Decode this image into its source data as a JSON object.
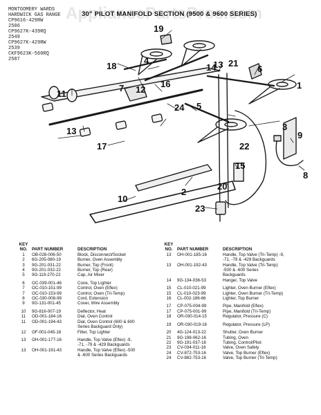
{
  "watermark": "AppliancePartsPros.com",
  "title": "30\" PILOT MANIFOLD SECTION (9500 & 9600 SERIES)",
  "model_notes": [
    "MONTGOMERY WARDS",
    "HARDWICK GAS RANGE",
    "CP9616-429RW",
    "2506",
    "CP9627K-439RQ",
    "2549",
    "CP9627K-429RW",
    "2539",
    "CKF9623K-560RQ",
    "2587"
  ],
  "callouts": {
    "c1": "1",
    "c2": "2",
    "c3": "3",
    "c4": "4",
    "c5": "5",
    "c6": "6",
    "c7": "7",
    "c8": "8",
    "c9": "9",
    "c10": "10",
    "c11": "11",
    "c12": "12",
    "c13a": "13",
    "c13b": "13",
    "c14": "14",
    "c15": "15",
    "c16": "16",
    "c17": "17",
    "c18": "18",
    "c19": "19",
    "c20": "20",
    "c21": "21",
    "c22": "22",
    "c23": "23",
    "c24": "24"
  },
  "table_headers": {
    "key": "KEY",
    "no": "NO.",
    "part_number": "PART NUMBER",
    "description": "DESCRIPTION"
  },
  "left_rows": [
    {
      "key": "1",
      "part": "OB-028-006-50",
      "desc": [
        "Block, Disconnect/Socket"
      ]
    },
    {
      "key": "2",
      "part": "6G-205-080-19",
      "desc": [
        "Burner, Oven Assembly"
      ]
    },
    {
      "key": "3",
      "part": "9G-201-031-22",
      "desc": [
        "Burner, Top (Front)"
      ]
    },
    {
      "key": "4",
      "part": "9G-201-032-22",
      "desc": [
        "Burner, Top (Rear)"
      ]
    },
    {
      "key": "5",
      "part": "9G-119-270-22",
      "desc": [
        "Cap, Air Mixer"
      ]
    },
    {
      "key": "",
      "part": "",
      "desc": [
        ""
      ]
    },
    {
      "key": "6",
      "part": "OC-039-001-46",
      "desc": [
        "Cone, Top Lighter"
      ]
    },
    {
      "key": "7",
      "part": "OC-010-151-99",
      "desc": [
        "Control, Oven (Eflex)"
      ]
    },
    {
      "key": "7",
      "part": "OC-010-153-99",
      "desc": [
        "Control, Oven (Tri-Temp)"
      ]
    },
    {
      "key": "8",
      "part": "OC-030-008-99",
      "desc": [
        "Cord, Extension"
      ]
    },
    {
      "key": "9",
      "part": "9G-131-001-45",
      "desc": [
        "Cover, Wire Assembly"
      ]
    },
    {
      "key": "",
      "part": "",
      "desc": [
        ""
      ]
    },
    {
      "key": "10",
      "part": "9G-816-007-19",
      "desc": [
        "Deflector, Heat"
      ]
    },
    {
      "key": "11",
      "part": "OD-001-184-16",
      "desc": [
        "Dial, Oven Control"
      ]
    },
    {
      "key": "11",
      "part": "OD-001-194-43",
      "desc": [
        "Dial, Oven Control (600 & 600",
        "Series Backguard Only)"
      ]
    },
    {
      "key": "12",
      "part": "OF-001-045-16",
      "desc": [
        "Filter, Top Lighter"
      ]
    },
    {
      "key": "",
      "part": "",
      "desc": [
        ""
      ]
    },
    {
      "key": "13",
      "part": "OH-001-177-16",
      "desc": [
        "Handle, Top Valve (Eflex) -9,",
        "-71, -79 & -429 Backguards"
      ]
    },
    {
      "key": "13",
      "part": "OH-001-191-43",
      "desc": [
        "Handle, Top Valve (Eflex) -500",
        "& -600 Series Backguards"
      ]
    }
  ],
  "right_rows": [
    {
      "key": "13",
      "part": "OH-001-185-16",
      "desc": [
        "Handle, Top Valve (Tri-Temp) -9,",
        "-71, -79 & -429 Backguards"
      ]
    },
    {
      "key": "13",
      "part": "OH-001-192-43",
      "desc": [
        "Handle, Top Valve (Tri-Temp)",
        "-500 & -600 Series",
        "Backguards"
      ]
    },
    {
      "key": "14",
      "part": "9G-134-036-53",
      "desc": [
        "Hanger, Top Valve"
      ]
    },
    {
      "key": "",
      "part": "",
      "desc": [
        ""
      ]
    },
    {
      "key": "15",
      "part": "CL-010-021-99",
      "desc": [
        "Lighter, Oven Burner (Eflex)"
      ]
    },
    {
      "key": "15",
      "part": "CL-010-023-99",
      "desc": [
        "Lighter, Oven Burner (Tri-Temp)"
      ]
    },
    {
      "key": "16",
      "part": "CL-002-186-66",
      "desc": [
        "Lighter, Top Burner"
      ]
    },
    {
      "key": "",
      "part": "",
      "desc": [
        ""
      ]
    },
    {
      "key": "17",
      "part": "CP-075-004-99",
      "desc": [
        "Pipe, Manifold (Eflex)"
      ]
    },
    {
      "key": "17",
      "part": "CP-075-001-99",
      "desc": [
        "Pipe, Manifold (Tri-Temp)"
      ]
    },
    {
      "key": "18",
      "part": "OR-030-014-15",
      "desc": [
        "Regulator, Pressure (C)"
      ]
    },
    {
      "key": "",
      "part": "",
      "desc": [
        ""
      ]
    },
    {
      "key": "19",
      "part": "OR-030-019-16",
      "desc": [
        "Regulator, Pressure (LP)"
      ]
    },
    {
      "key": "",
      "part": "",
      "desc": [
        ""
      ]
    },
    {
      "key": "20",
      "part": "4G-124-013-22",
      "desc": [
        "Shutter, Oven Burner"
      ]
    },
    {
      "key": "21",
      "part": "9G-198-062-16",
      "desc": [
        "Tubing, Oven"
      ]
    },
    {
      "key": "22",
      "part": "9G-191-037-16",
      "desc": [
        "Tubing, Control/Pilot"
      ]
    },
    {
      "key": "23",
      "part": "CV-034-011-16",
      "desc": [
        "Valve, Oven Safety"
      ]
    },
    {
      "key": "24",
      "part": "CV-872-753-16",
      "desc": [
        "Valve, Top Burner (Eflex)"
      ]
    },
    {
      "key": "24",
      "part": "CV-882-753-16",
      "desc": [
        "Valve, Top Burner (Tri-Temp)"
      ]
    }
  ]
}
